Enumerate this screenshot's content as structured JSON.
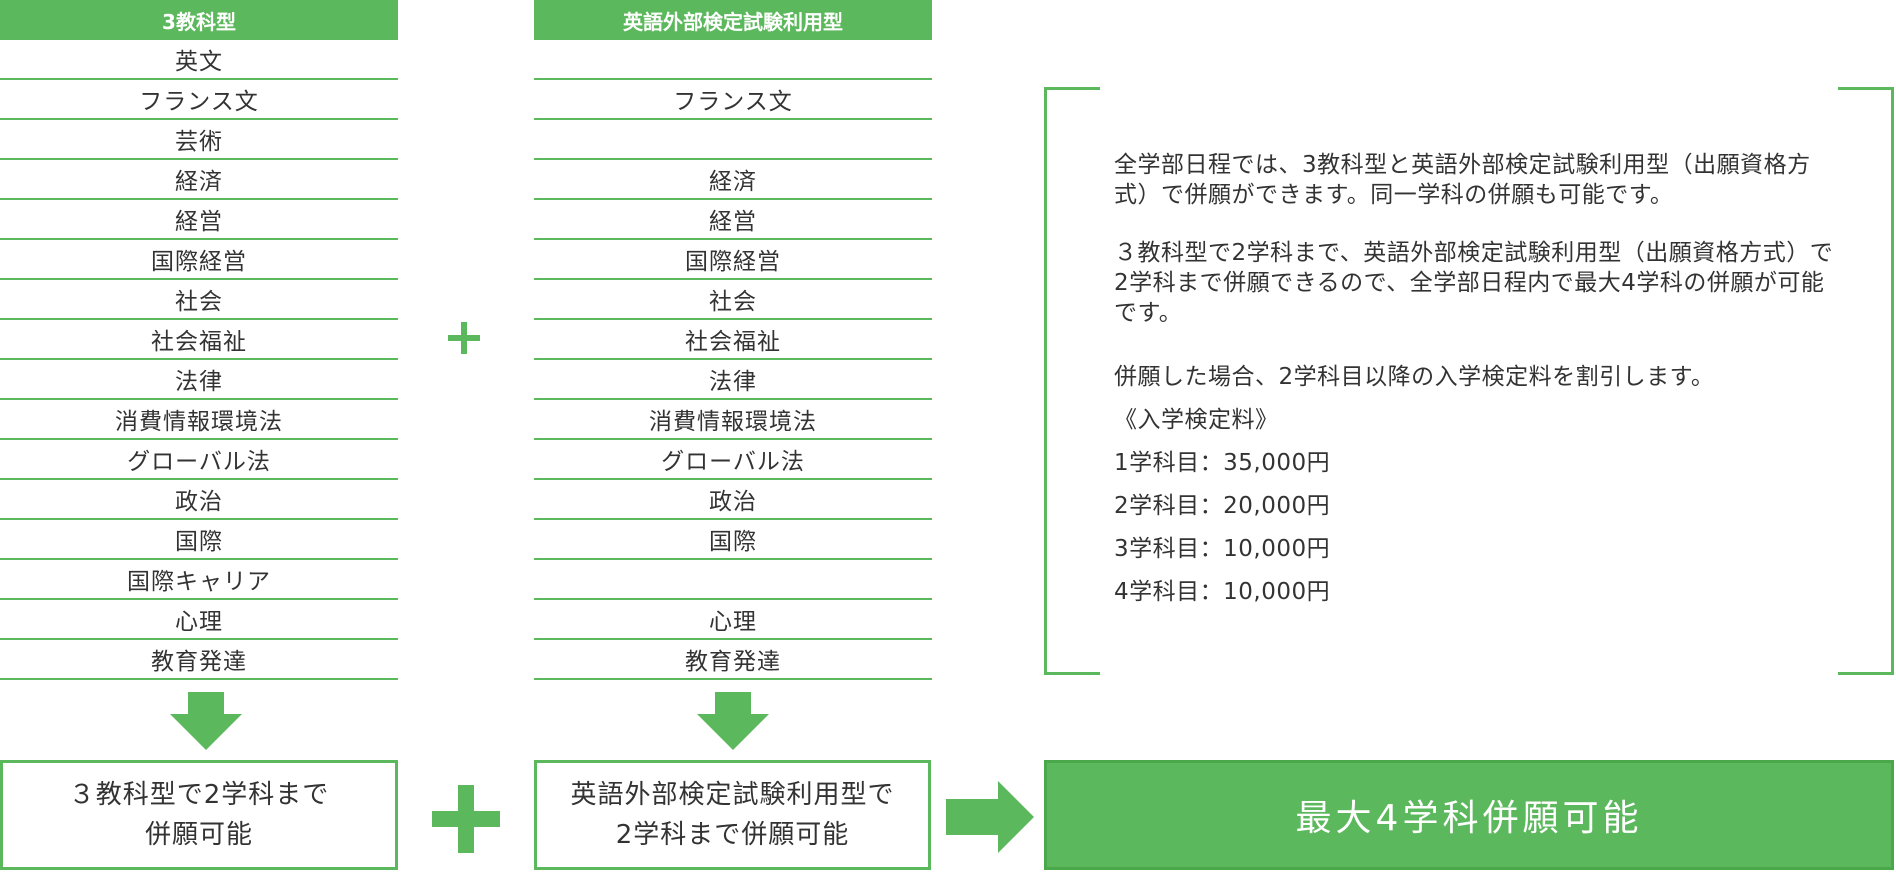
{
  "col_a": {
    "header": "3教科型",
    "rows": [
      "英文",
      "フランス文",
      "芸術",
      "経済",
      "経営",
      "国際経営",
      "社会",
      "社会福祉",
      "法律",
      "消費情報環境法",
      "グローバル法",
      "政治",
      "国際",
      "国際キャリア",
      "心理",
      "教育発達"
    ]
  },
  "col_b": {
    "header": "英語外部検定試験利用型",
    "rows": [
      "",
      "フランス文",
      "",
      "経済",
      "経営",
      "国際経営",
      "社会",
      "社会福祉",
      "法律",
      "消費情報環境法",
      "グローバル法",
      "政治",
      "国際",
      "",
      "心理",
      "教育発達"
    ]
  },
  "box_a": {
    "line1": "３教科型で2学科まで",
    "line2": "併願可能"
  },
  "box_b": {
    "line1": "英語外部検定試験利用型で",
    "line2": "2学科まで併願可能"
  },
  "result": "最大4学科併願可能",
  "info": {
    "p1": "全学部日程では、3教科型と英語外部検定試験利用型（出願資格方式）で併願ができます。同一学科の併願も可能です。",
    "p2": "３教科型で2学科まで、英語外部検定試験利用型（出願資格方式）で2学科まで併願できるので、全学部日程内で最大4学科の併願が可能です。",
    "p3": "併願した場合、2学科目以降の入学検定料を割引します。",
    "fee_title": "《入学検定料》",
    "fees": [
      "1学科目：35,000円",
      "2学科目：20,000円",
      "3学科目：10,000円",
      "4学科目：10,000円"
    ]
  },
  "colors": {
    "accent": "#5cb85c",
    "text": "#333333"
  }
}
